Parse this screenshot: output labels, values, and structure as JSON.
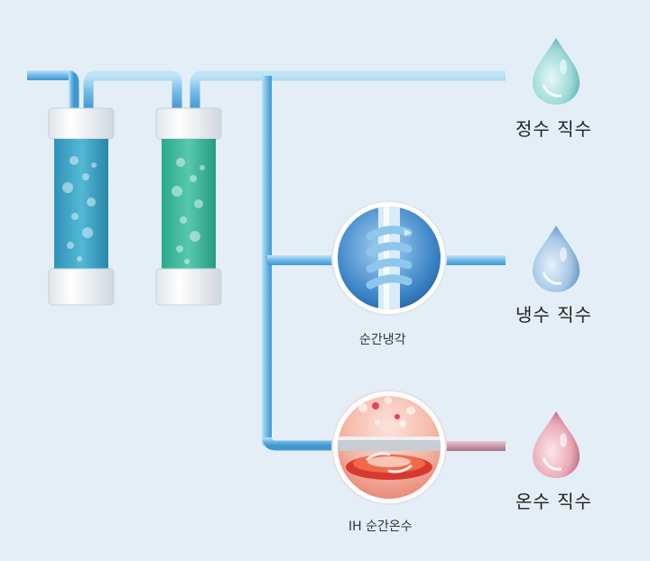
{
  "outputs": [
    {
      "label": "정수 직수",
      "color": "#8fd3d3"
    },
    {
      "label": "냉수 직수",
      "color": "#8fb7dc"
    },
    {
      "label": "온수 직수",
      "color": "#e59aa8"
    }
  ],
  "processes": [
    {
      "label": "순간냉각"
    },
    {
      "label": "IH 순간온수"
    }
  ],
  "filters": [
    {
      "color": "#3aa6c4"
    },
    {
      "color": "#3ab89c"
    }
  ],
  "colors": {
    "pipe": "#7ec4ea",
    "pipe_dark": "#4aa3d6",
    "hot_pipe": "#c99aa8",
    "background": "#e4eef7"
  }
}
